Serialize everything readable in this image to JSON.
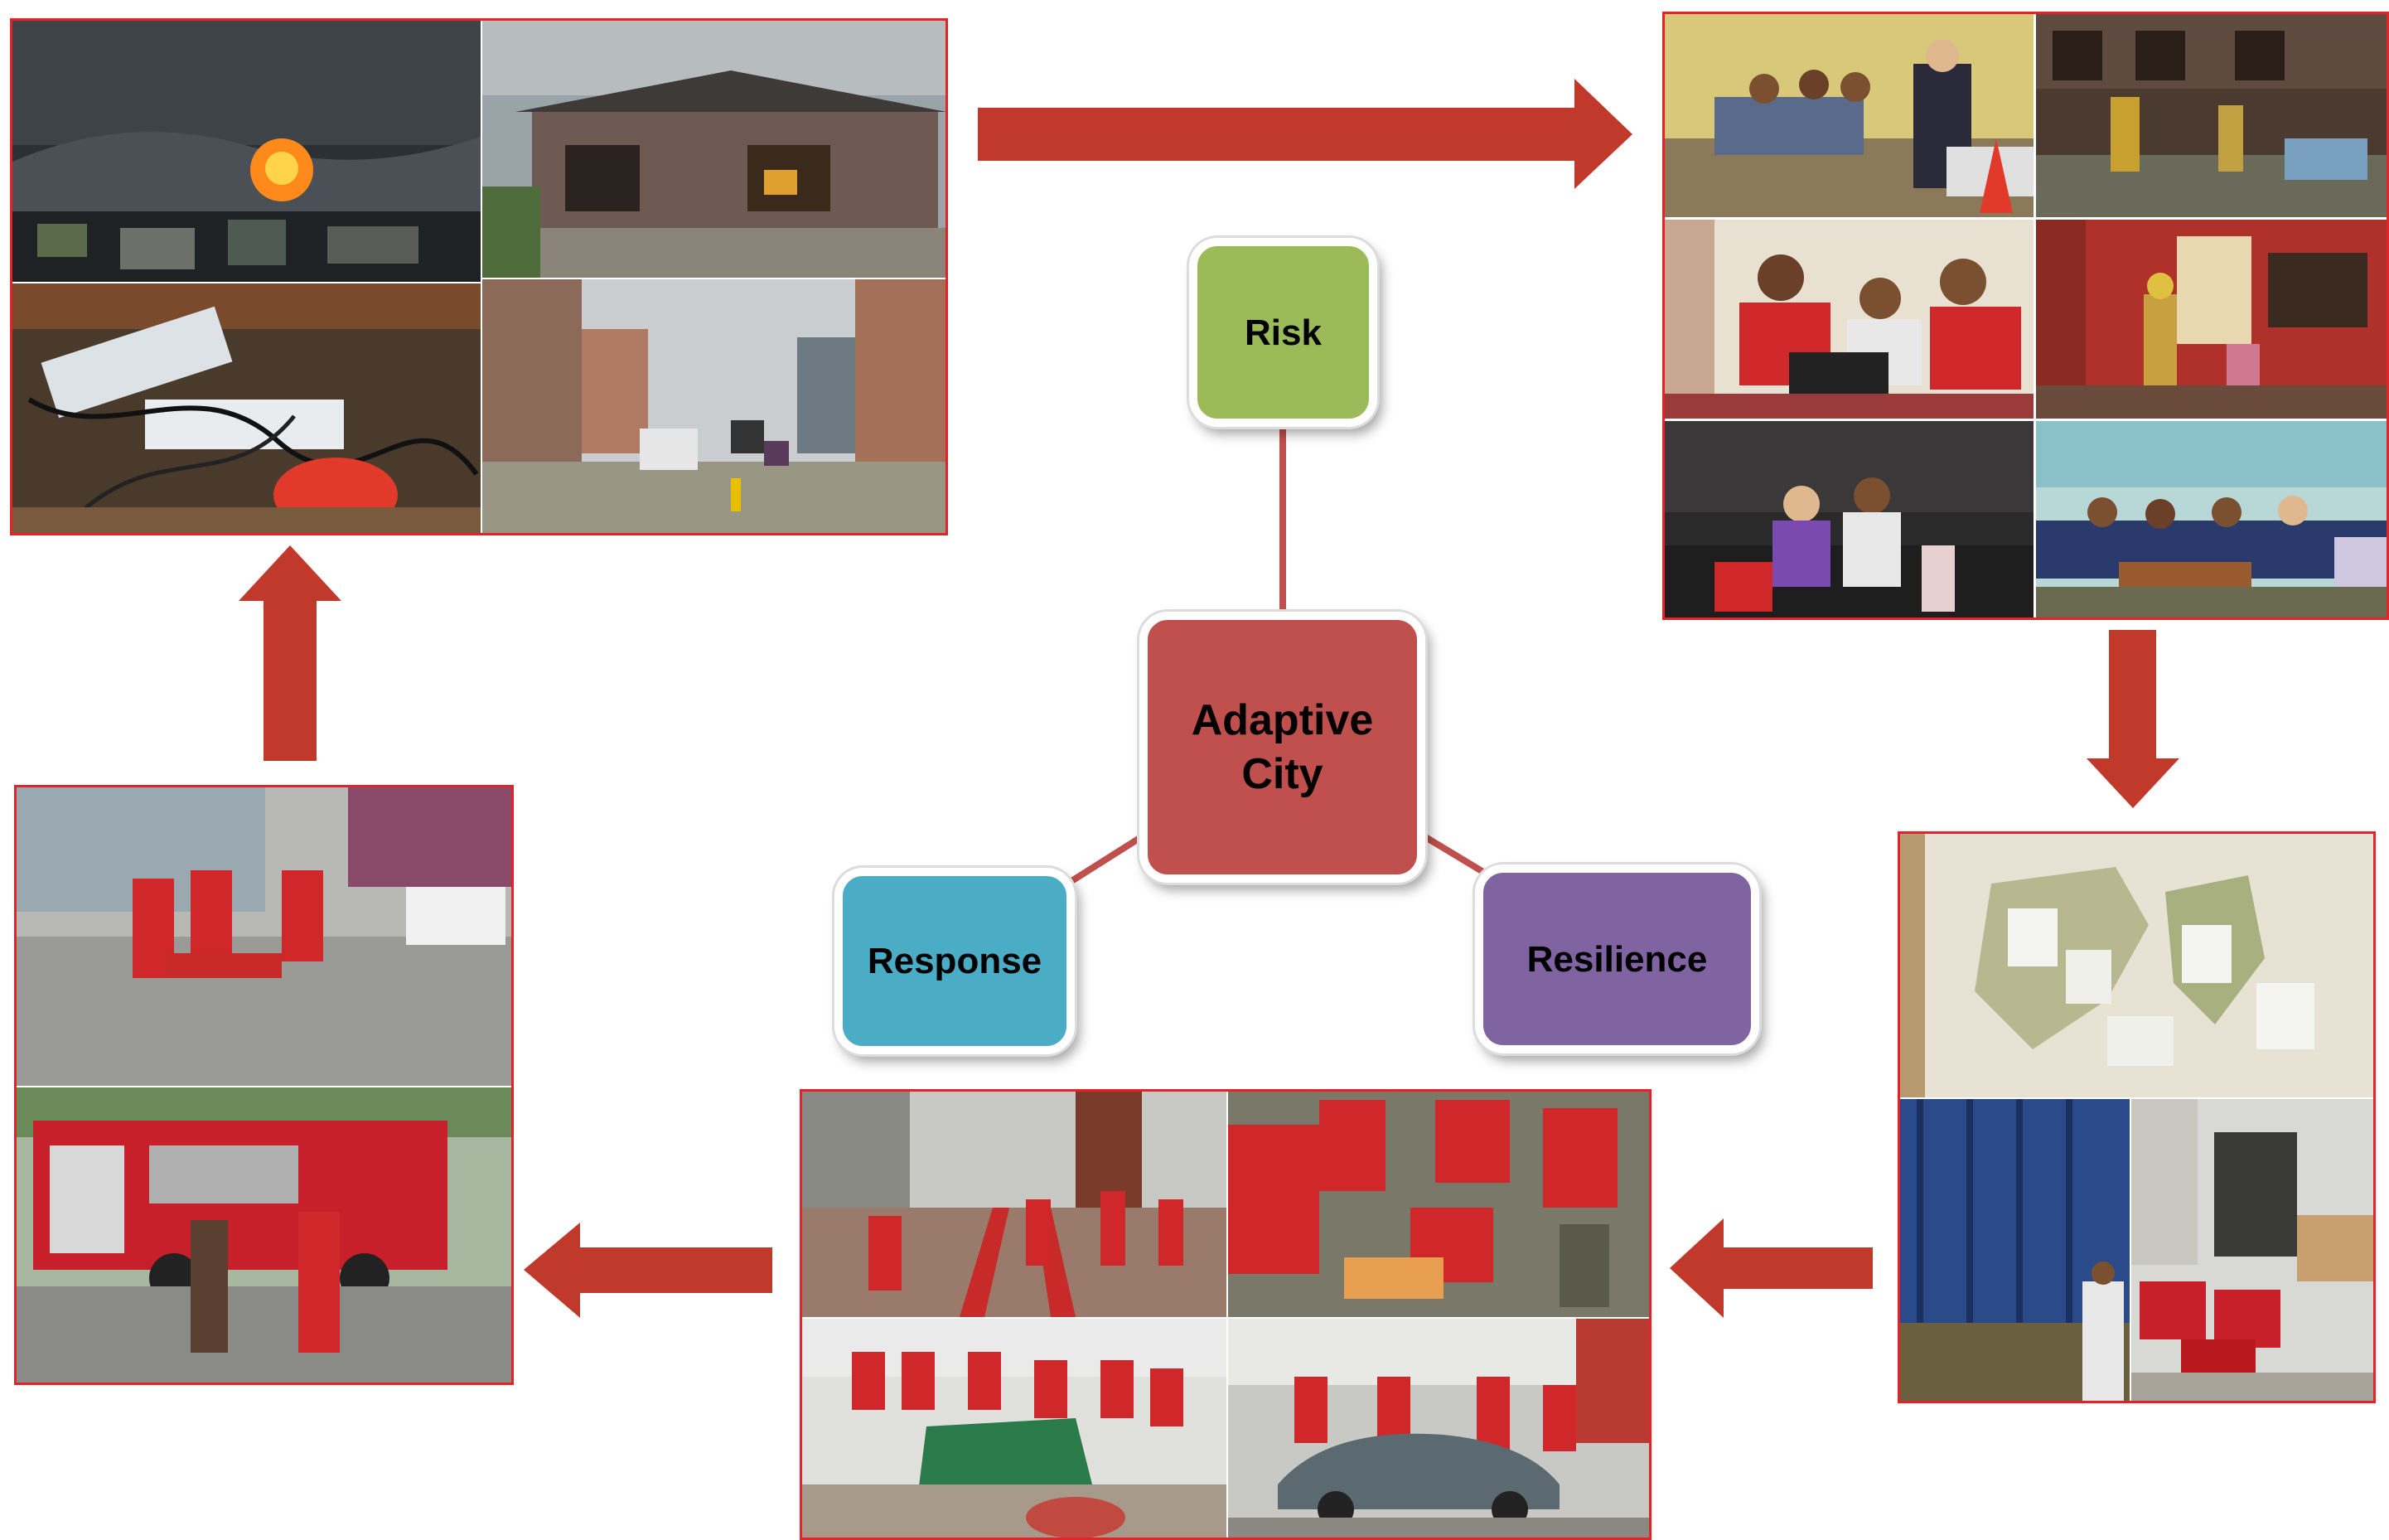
{
  "center": {
    "label_line1": "Adaptive",
    "label_line2": "City",
    "color": "#c0504d"
  },
  "nodes": {
    "risk": {
      "label": "Risk",
      "color": "#9bbb59"
    },
    "response": {
      "label": "Response",
      "color": "#4bacc6"
    },
    "resilience": {
      "label": "Resilience",
      "color": "#8064a2"
    }
  },
  "colors": {
    "arrow": "#c0392b",
    "connector": "#c0504d",
    "photo_border": "#e2232a"
  },
  "collages": {
    "hazards": [
      "lightning-fire-photo",
      "burned-building-photo",
      "overloaded-power-strip-photo",
      "flooded-street-photo"
    ],
    "assessment": [
      "office-meeting-photo",
      "courtyard-firefighters-photo",
      "laptop-planning-photo",
      "building-inspection-photo",
      "office-discussion-photo",
      "sofa-meeting-photo"
    ],
    "mapping": [
      "ward-map-photo",
      "shipping-container-photo",
      "rescue-equipment-photo"
    ],
    "training": [
      "street-drill-photo",
      "first-aid-drill-photo",
      "stretcher-drill-photo",
      "vehicle-extrication-photo"
    ],
    "response": [
      "stretcher-carry-photo",
      "fire-engine-photo"
    ]
  }
}
